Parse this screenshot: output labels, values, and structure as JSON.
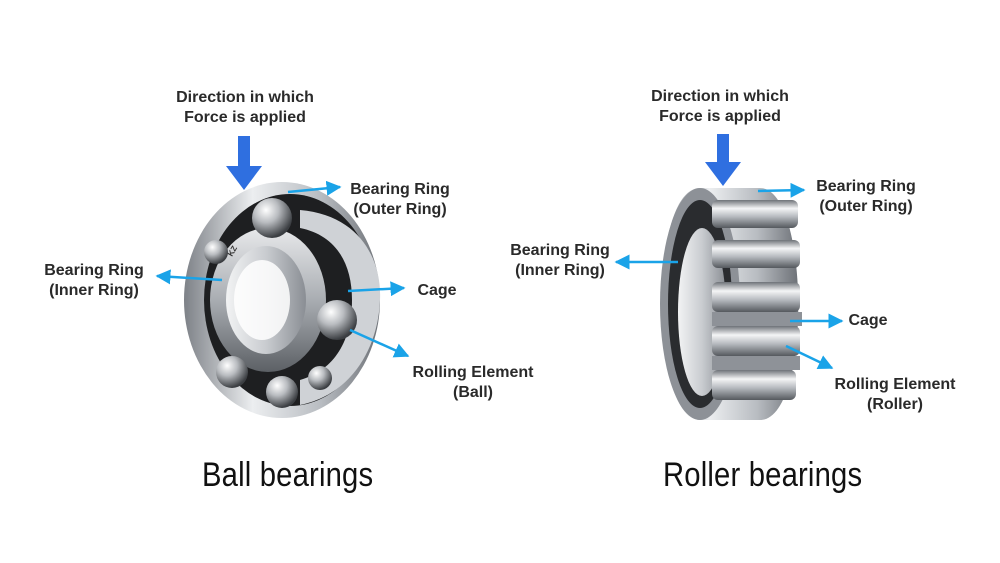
{
  "ball": {
    "force": [
      "Direction in which",
      "Force is applied"
    ],
    "outer": [
      "Bearing Ring",
      "(Outer Ring)"
    ],
    "inner": [
      "Bearing Ring",
      "(Inner Ring)"
    ],
    "cage": "Cage",
    "rolling": [
      "Rolling Element",
      "(Ball)"
    ],
    "caption": "Ball bearings",
    "stamp": "KZ"
  },
  "roller": {
    "force": [
      "Direction in which",
      "Force is applied"
    ],
    "outer": [
      "Bearing Ring",
      "(Outer Ring)"
    ],
    "inner": [
      "Bearing Ring",
      "(Inner Ring)"
    ],
    "cage": "Cage",
    "rolling": [
      "Rolling Element",
      "(Roller)"
    ],
    "caption": "Roller bearings"
  },
  "colors": {
    "arrow": "#2f6fe0",
    "leader": "#1aa3e8",
    "text": "#2a2a2a"
  }
}
